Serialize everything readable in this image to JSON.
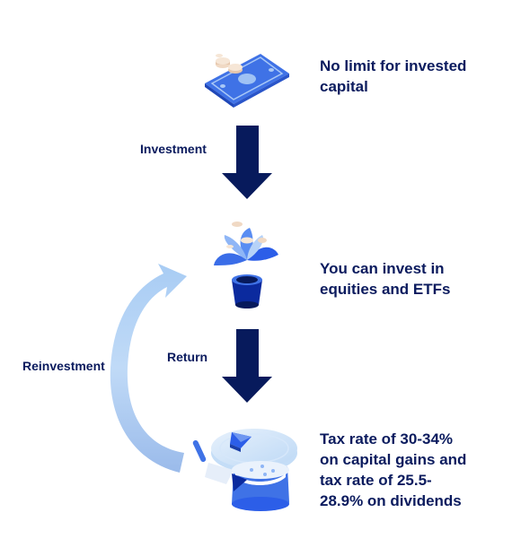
{
  "steps": [
    {
      "icon": "banknote-icon",
      "lines": [
        "No limit for invested",
        "capital"
      ]
    },
    {
      "icon": "plant-pot-icon",
      "lines": [
        "You can invest in",
        "equities and ETFs"
      ]
    },
    {
      "icon": "cake-icon",
      "lines": [
        "Tax rate of 30-34%",
        "on capital gains and",
        "tax rate of 25.5-",
        "28.9% on dividends"
      ]
    }
  ],
  "arrows": {
    "investment_label": "Investment",
    "return_label": "Return",
    "reinvestment_label": "Reinvestment"
  },
  "colors": {
    "text": "#0b1b5e",
    "arrow": "#071a5c",
    "accent_blue": "#2c5ee8",
    "light_blue": "#9cc6f5",
    "pale_blue": "#dcebfb"
  }
}
